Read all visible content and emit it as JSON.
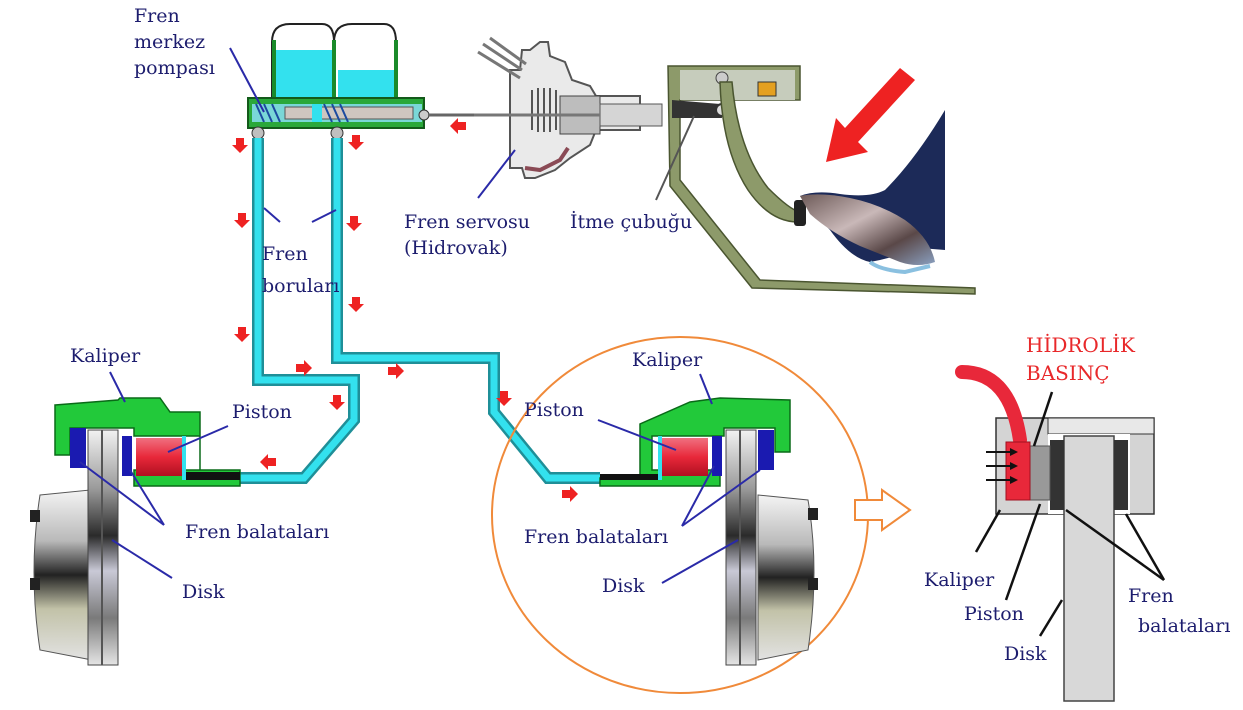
{
  "title": "Hidrolik disk fren sistemi",
  "labels": {
    "master_cylinder": [
      "Fren",
      "merkez",
      "pompası"
    ],
    "booster": [
      "Fren servosu",
      "(Hidrovak)"
    ],
    "push_rod": "İtme çubuğu",
    "brake_lines": [
      "Fren",
      "boruları"
    ],
    "left_caliper": "Kaliper",
    "left_piston": "Piston",
    "left_pads": "Fren balataları",
    "left_disk": "Disk",
    "right_caliper": "Kaliper",
    "right_piston": "Piston",
    "right_pads": "Fren balataları",
    "right_disk": "Disk",
    "detail_pressure": [
      "HİDROLİK",
      "BASINÇ"
    ],
    "detail_caliper": "Kaliper",
    "detail_piston": "Piston",
    "detail_disk": "Disk",
    "detail_pads": [
      "Fren",
      "balataları"
    ]
  },
  "colors": {
    "fluid": "#33e1ee",
    "caliper": "#22c93a",
    "piston": "#e8283a",
    "pad": "#1a1ab0",
    "flow_arrow": "#ee2222",
    "label": "#1d1d6e",
    "highlight_circle": "#f08a3a",
    "pressure_text": "#e8282a"
  },
  "icons": {
    "flow": "red-flow-arrow",
    "pedal_force": "red-force-arrow",
    "zoom": "hollow-right-arrow"
  }
}
